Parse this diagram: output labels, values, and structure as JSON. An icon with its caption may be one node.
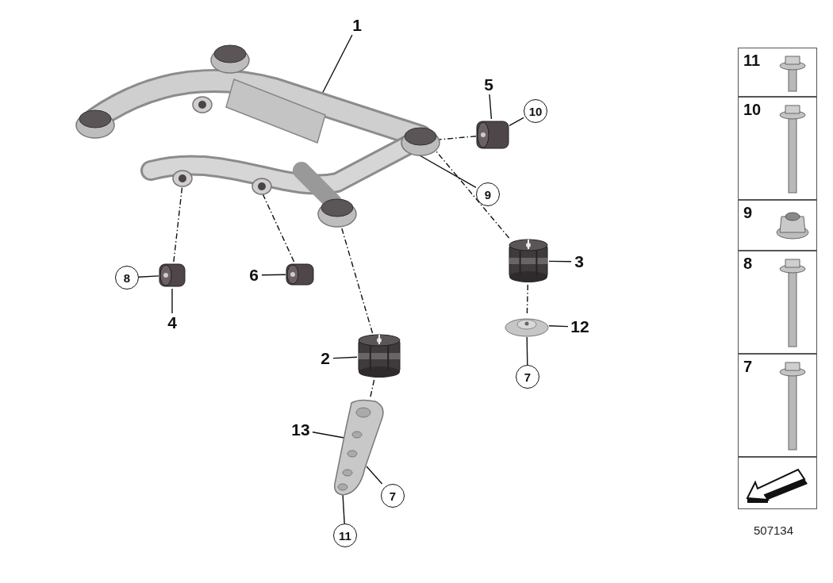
{
  "diagram": {
    "nodes": [
      {
        "text": [],
        "shape": "picture"
      },
      {
        "text": [
          "1"
        ]
      },
      {
        "text": [],
        "shape": "picture"
      },
      {
        "text": [
          "5"
        ]
      },
      {
        "text": [
          "10"
        ]
      },
      {
        "text": [
          "9"
        ]
      },
      {
        "text": [],
        "shape": "picture"
      },
      {
        "text": [
          "8"
        ]
      },
      {
        "text": [
          "4"
        ]
      },
      {
        "text": [],
        "shape": "picture"
      },
      {
        "text": [
          "6"
        ]
      },
      {
        "text": [],
        "shape": "picture"
      },
      {
        "text": [
          "3"
        ]
      },
      {
        "text": [],
        "shape": "picture"
      },
      {
        "text": [
          "12"
        ]
      },
      {
        "text": [
          "7"
        ]
      },
      {
        "text": [],
        "shape": "picture"
      },
      {
        "text": [
          "2"
        ]
      },
      {
        "text": [],
        "shape": "picture"
      },
      {
        "text": [
          "13"
        ]
      },
      {
        "text": [
          "7"
        ]
      },
      {
        "text": [
          "11"
        ]
      },
      {
        "text": [
          "11"
        ]
      },
      {
        "text": [
          "10"
        ]
      },
      {
        "text": [
          "9"
        ]
      },
      {
        "text": [
          "8"
        ]
      },
      {
        "text": [
          "7"
        ]
      },
      {
        "text": [],
        "shape": "box"
      }
    ],
    "edges": [
      {
        "from": 1,
        "to": 0,
        "arrow": "none"
      },
      {
        "from": 3,
        "to": 2,
        "arrow": "none"
      },
      {
        "from": 4,
        "to": 2,
        "arrow": "none"
      },
      {
        "from": 2,
        "to": 0,
        "arrow": "none",
        "style": "dashed"
      },
      {
        "from": 5,
        "to": 0,
        "arrow": "none"
      },
      {
        "from": 7,
        "to": 6,
        "arrow": "none"
      },
      {
        "from": 8,
        "to": 6,
        "arrow": "none"
      },
      {
        "from": 6,
        "to": 0,
        "arrow": "none",
        "style": "dashed"
      },
      {
        "from": 10,
        "to": 9,
        "arrow": "none"
      },
      {
        "from": 9,
        "to": 0,
        "arrow": "none",
        "style": "dashed"
      },
      {
        "from": 12,
        "to": 11,
        "arrow": "none"
      },
      {
        "from": 11,
        "to": 0,
        "arrow": "none",
        "style": "dashed"
      },
      {
        "from": 13,
        "to": 11,
        "arrow": "none",
        "style": "dashed"
      },
      {
        "from": 14,
        "to": 13,
        "arrow": "none"
      },
      {
        "from": 15,
        "to": 13,
        "arrow": "none"
      },
      {
        "from": 16,
        "to": 0,
        "arrow": "none",
        "style": "dashed"
      },
      {
        "from": 17,
        "to": 16,
        "arrow": "none"
      },
      {
        "from": 18,
        "to": 16,
        "arrow": "none",
        "style": "dashed"
      },
      {
        "from": 19,
        "to": 18,
        "arrow": "none"
      },
      {
        "from": 20,
        "to": 18,
        "arrow": "none"
      },
      {
        "from": 21,
        "to": 18,
        "arrow": "none"
      }
    ],
    "labels": [
      "507134"
    ]
  }
}
